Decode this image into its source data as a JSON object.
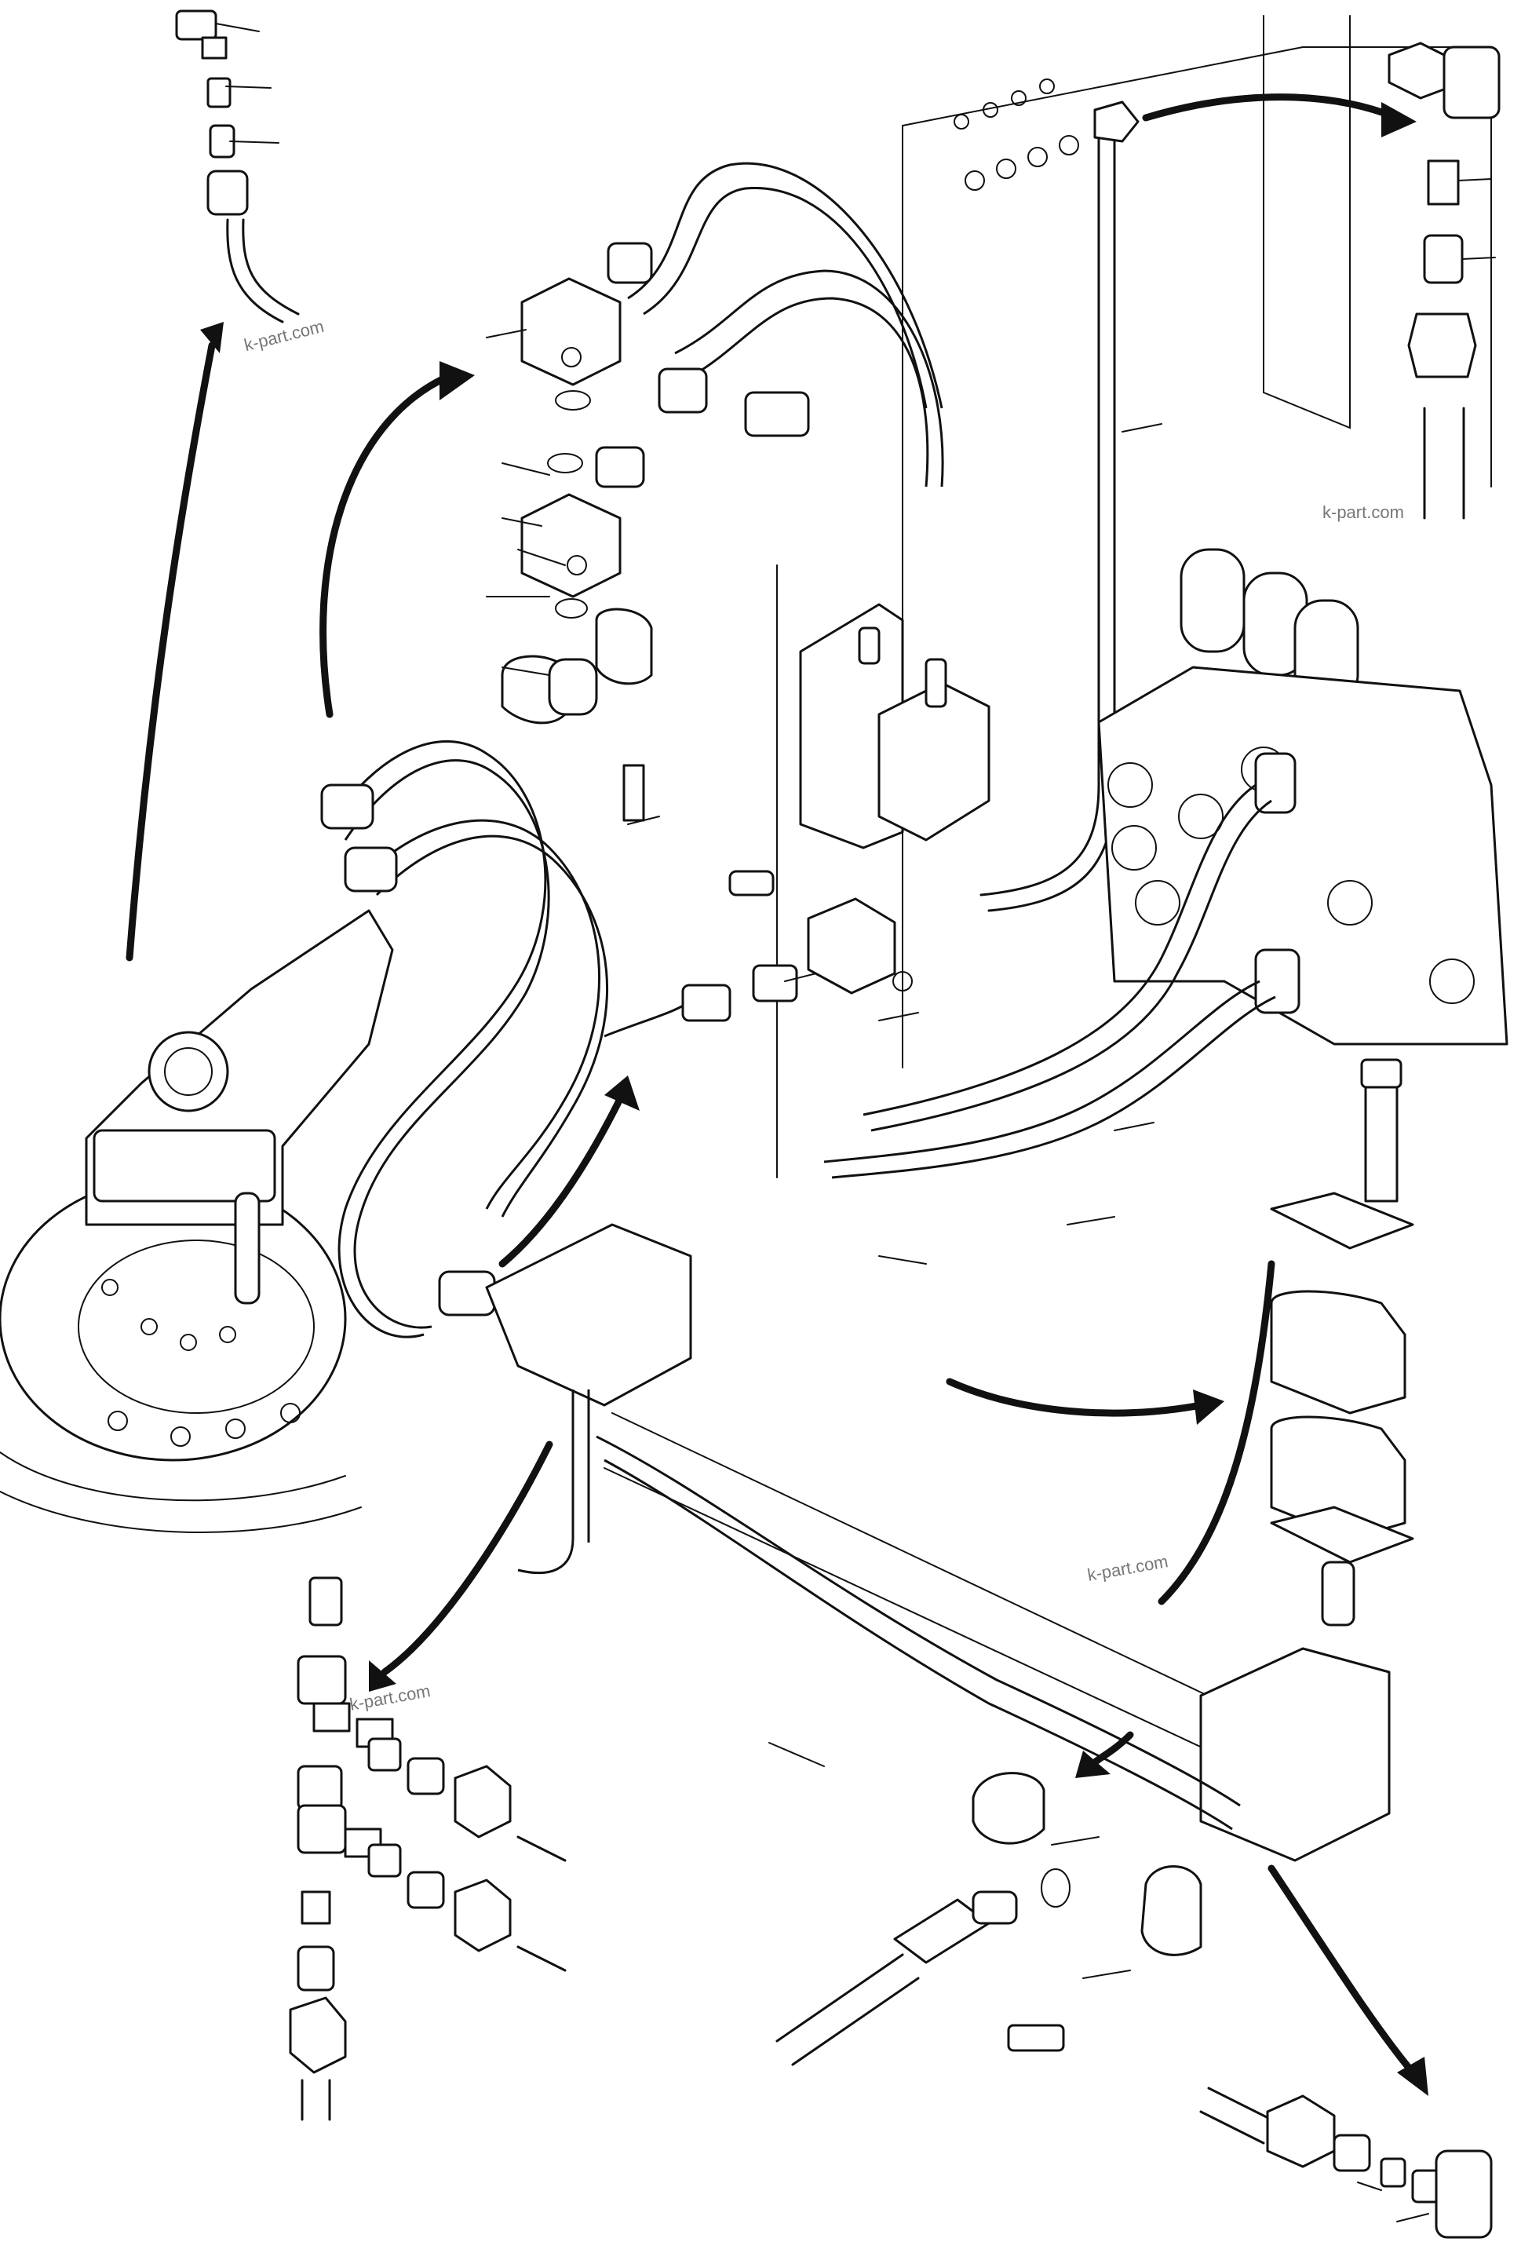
{
  "watermarks": {
    "w1": "k-part.com",
    "w2": "k-part.com",
    "w3": "k-part.com",
    "w4": "k-part.com"
  },
  "colors": {
    "ink": "#111111",
    "paper": "#ffffff",
    "watermark": "#777777"
  }
}
